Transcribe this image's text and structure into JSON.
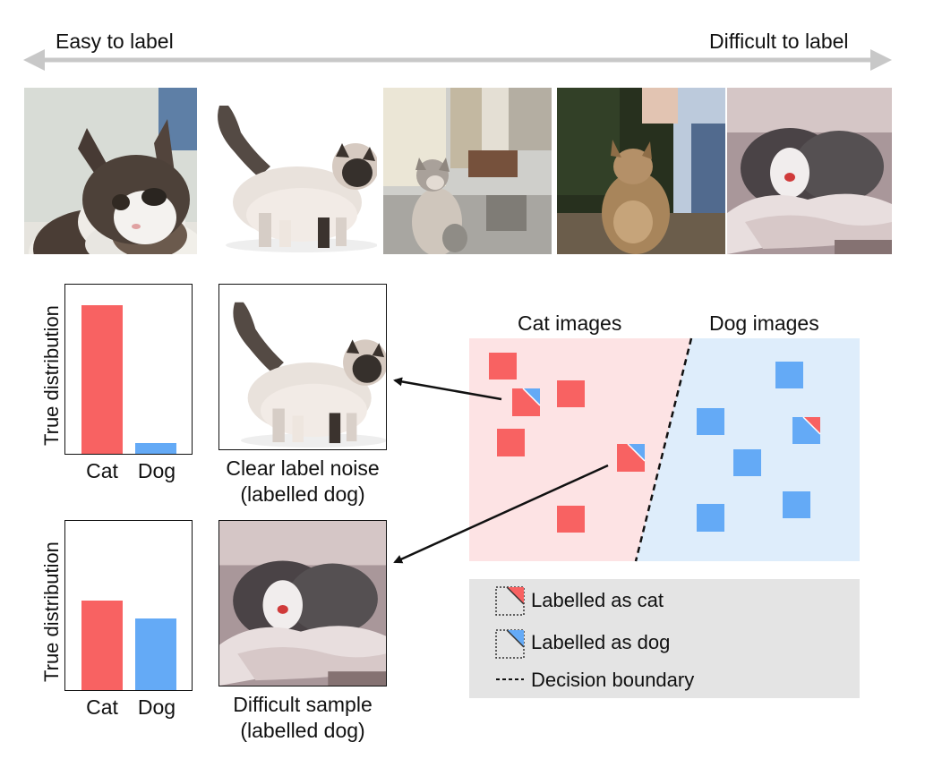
{
  "header": {
    "easy_label": "Easy to label",
    "difficult_label": "Difficult to label"
  },
  "images": [
    {
      "name": "cat-image-1"
    },
    {
      "name": "cat-image-2"
    },
    {
      "name": "cat-image-3"
    },
    {
      "name": "cat-image-4"
    },
    {
      "name": "cat-image-5"
    }
  ],
  "chart_data": [
    {
      "type": "bar",
      "ylabel": "True distribution",
      "categories": [
        "Cat",
        "Dog"
      ],
      "values": [
        0.93,
        0.07
      ],
      "colors": [
        "#f86262",
        "#64aaf6"
      ],
      "ylim": [
        0,
        1
      ]
    },
    {
      "type": "bar",
      "ylabel": "True distribution",
      "categories": [
        "Cat",
        "Dog"
      ],
      "values": [
        0.56,
        0.45
      ],
      "colors": [
        "#f86262",
        "#64aaf6"
      ],
      "ylim": [
        0,
        1
      ]
    }
  ],
  "examples": {
    "noise_caption_line1": "Clear label noise",
    "noise_caption_line2": "(labelled dog)",
    "difficult_caption_line1": "Difficult sample",
    "difficult_caption_line2": "(labelled dog)"
  },
  "scatter": {
    "cat_region_label": "Cat images",
    "dog_region_label": "Dog images",
    "cat_color": "#fde3e4",
    "dog_color": "#deedfb",
    "red": "#f86262",
    "blue": "#64aaf6"
  },
  "legend": {
    "cat_label": "Labelled as cat",
    "dog_label": "Labelled as dog",
    "boundary_label": "Decision boundary"
  }
}
